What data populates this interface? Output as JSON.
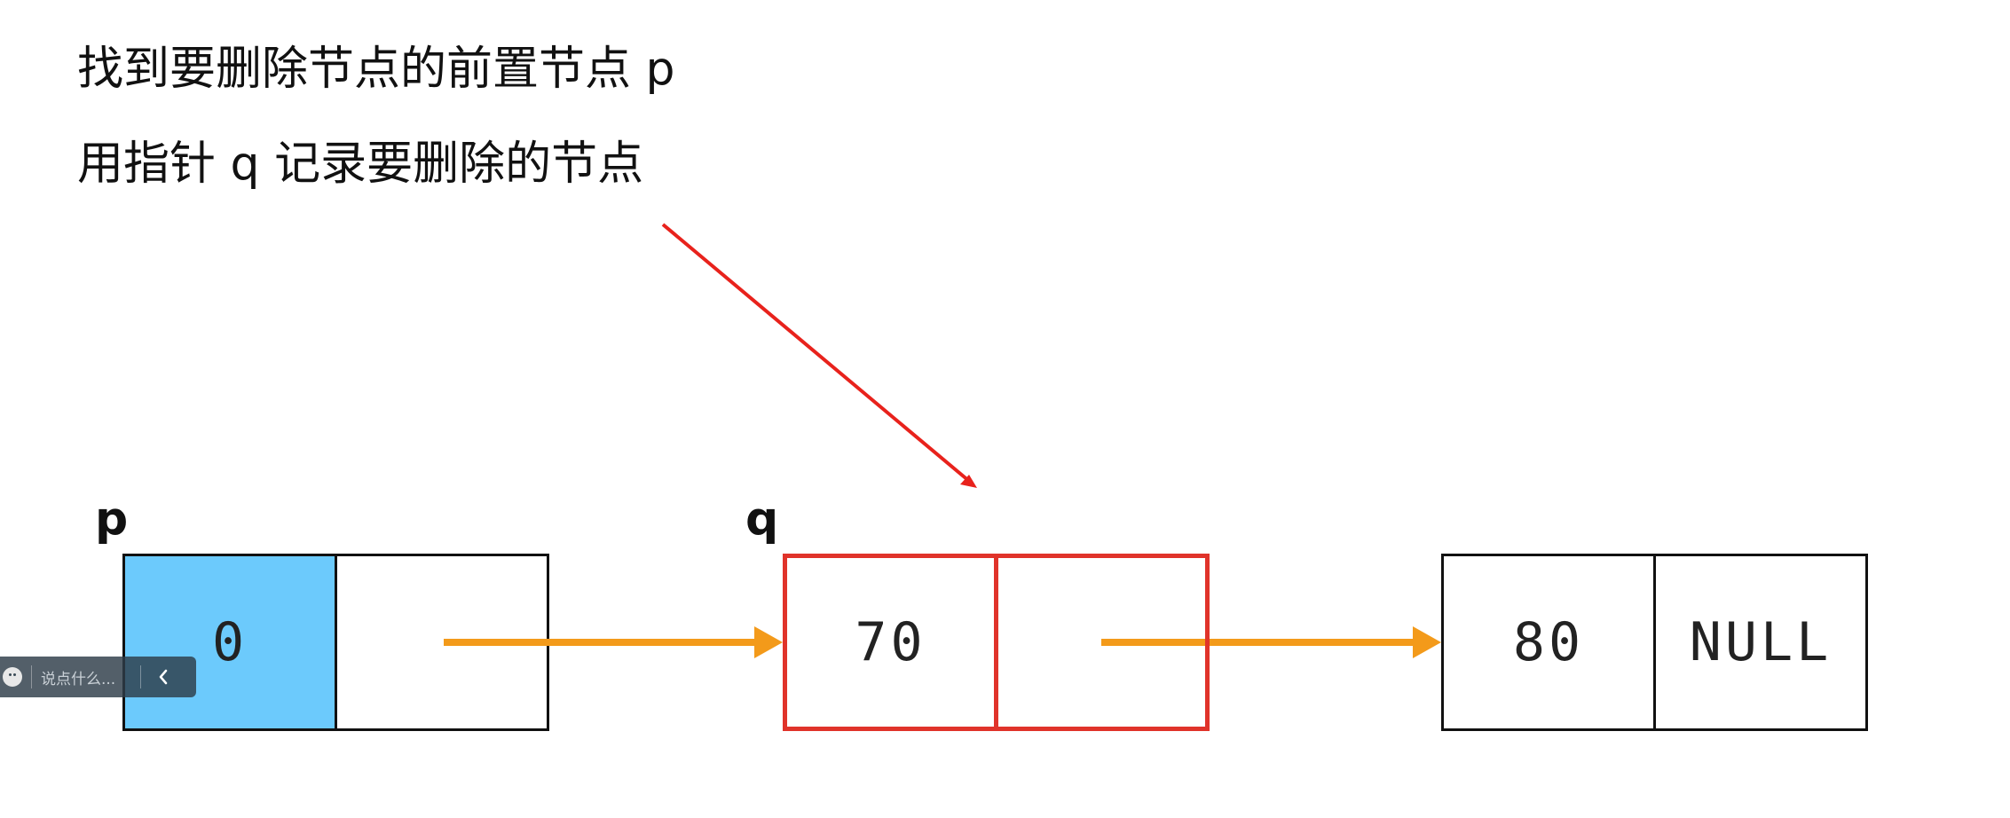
{
  "caption": {
    "line1": "找到要删除节点的前置节点 p",
    "line2": "用指针 q 记录要删除的节点"
  },
  "pointers": {
    "p": "p",
    "q": "q"
  },
  "nodes": [
    {
      "data": "0",
      "next": ""
    },
    {
      "data": "70",
      "next": ""
    },
    {
      "data": "80",
      "next": "NULL"
    }
  ],
  "colors": {
    "highlight_fill": "#6ccafc",
    "target_border": "#e0332a",
    "link_arrow": "#f39a1a",
    "annotation_arrow": "#e8221c"
  },
  "comment_bar": {
    "placeholder": "说点什么...",
    "icons": [
      "smiley-icon",
      "chevron-left-icon"
    ]
  }
}
